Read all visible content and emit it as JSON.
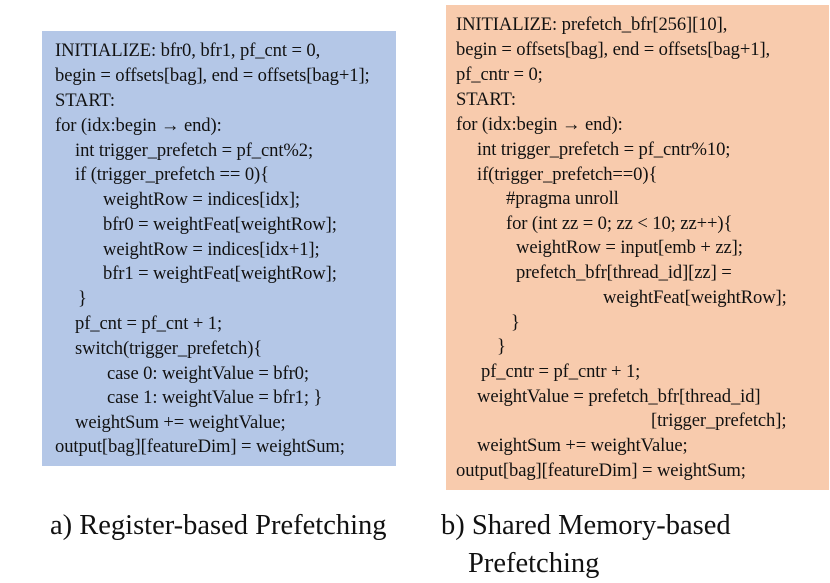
{
  "panel_a": {
    "caption": "a) Register-based Prefetching",
    "lines": [
      "INITIALIZE: bfr0, bfr1, pf_cnt = 0,",
      "begin = offsets[bag], end = offsets[bag+1];",
      "START:",
      "for (idx:begin → end):",
      "int trigger_prefetch = pf_cnt%2;",
      "if (trigger_prefetch == 0){",
      "weightRow = indices[idx];",
      "bfr0 = weightFeat[weightRow];",
      "weightRow = indices[idx+1];",
      "bfr1 = weightFeat[weightRow];",
      "}",
      "pf_cnt = pf_cnt + 1;",
      "switch(trigger_prefetch){",
      "case 0: weightValue = bfr0;",
      "case 1: weightValue = bfr1; }",
      "weightSum += weightValue;",
      "output[bag][featureDim] = weightSum;"
    ]
  },
  "panel_b": {
    "caption_line1": "b) Shared Memory-based",
    "caption_line2": "Prefetching",
    "lines": [
      "INITIALIZE: prefetch_bfr[256][10],",
      "begin = offsets[bag], end = offsets[bag+1],",
      "pf_cntr = 0;",
      "START:",
      "for (idx:begin → end):",
      "int trigger_prefetch = pf_cntr%10;",
      "if(trigger_prefetch==0){",
      "#pragma unroll",
      "for (int zz = 0; zz < 10; zz++){",
      "weightRow = input[emb + zz];",
      "prefetch_bfr[thread_id][zz] =",
      "weightFeat[weightRow];",
      "}",
      "}",
      "pf_cntr = pf_cntr + 1;",
      "weightValue = prefetch_bfr[thread_id]",
      "[trigger_prefetch];",
      "weightSum += weightValue;",
      "output[bag][featureDim] = weightSum;"
    ]
  },
  "colors": {
    "panel_a_bg": "#b4c7e7",
    "panel_b_bg": "#f8cbad",
    "text": "#111111"
  }
}
